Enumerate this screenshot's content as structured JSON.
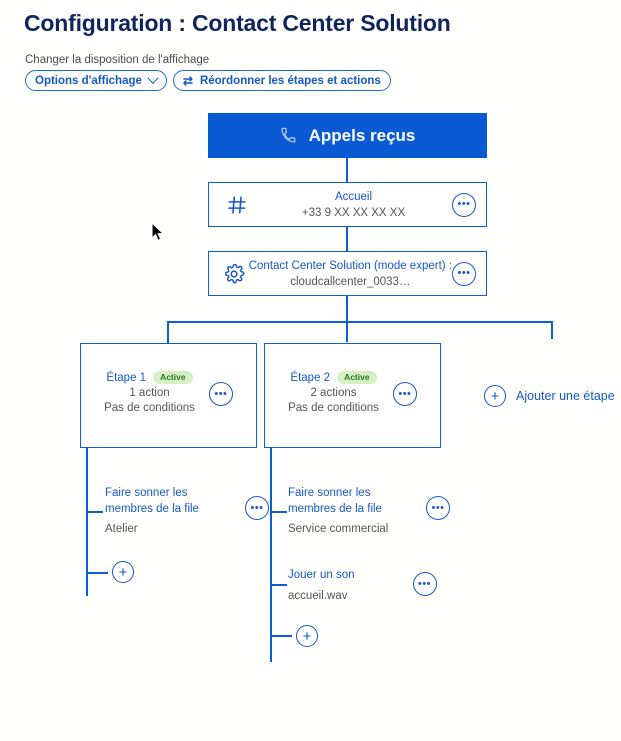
{
  "header": {
    "title": "Configuration : Contact Center Solution",
    "toolbar_caption": "Changer la disposition de l'affichage",
    "display_options_label": "Options d'affichage",
    "reorder_label": "Réordonner les étapes et actions",
    "reorder_icon": "reorder-arrows-icon",
    "chevron_icon": "chevron-down-icon"
  },
  "flow": {
    "banner": {
      "label": "Appels reçus",
      "icon": "phone-icon",
      "color": "#0a5ad4"
    },
    "nodes": [
      {
        "icon": "keypad-hash-icon",
        "title": "Accueil",
        "subtitle": "+33 9 XX XX XX XX",
        "menu": "•••"
      },
      {
        "icon": "gear-icon",
        "title": "Contact Center Solution (mode expert) :",
        "subtitle": "cloudcallcenter_0033…",
        "menu": "•••"
      }
    ],
    "steps": [
      {
        "title": "Étape 1",
        "badge": "Active",
        "actions_count": "1 action",
        "conditions": "Pas de conditions",
        "menu": "•••"
      },
      {
        "title": "Étape 2",
        "badge": "Active",
        "actions_count": "2 actions",
        "conditions": "Pas de conditions",
        "menu": "•••"
      }
    ],
    "add_step": {
      "label": "Ajouter une étape",
      "icon": "plus-circle-icon"
    },
    "branch_left_actions": [
      {
        "title": "Faire sonner les membres de la file",
        "subtitle": "Atelier",
        "menu": "•••"
      }
    ],
    "branch_left_add": "+",
    "branch_right_actions": [
      {
        "title": "Faire sonner les membres de la file",
        "subtitle": "Service commercial",
        "menu": "•••"
      },
      {
        "title": "Jouer un son",
        "subtitle": "accueil.wav",
        "menu": "•••"
      }
    ],
    "branch_right_add": "+"
  },
  "colors": {
    "primary_blue": "#0b5ed7",
    "link_blue": "#1558c8",
    "title_navy": "#10255e",
    "badge_bg": "#d6f0c4",
    "badge_text": "#1f7a1f",
    "background": "#fffffd"
  }
}
